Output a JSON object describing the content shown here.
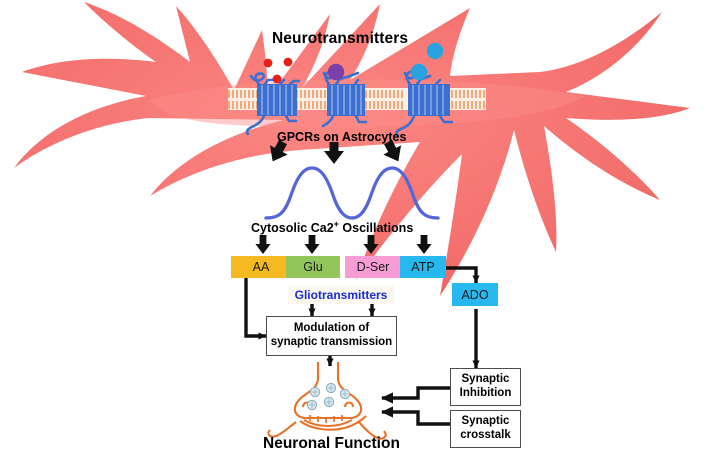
{
  "diagram": {
    "title_top": "Neurotransmitters",
    "title_membrane": "GPCRs on Astrocytes",
    "title_calcium_prefix": "Cytosolic Ca2",
    "title_calcium_sup": "+",
    "title_calcium_suffix": " Oscillations",
    "title_bottom": "Neuronal Function"
  },
  "gliotransmitters": {
    "label": "Gliotransmitters",
    "boxes": [
      {
        "label": "AA",
        "color": "#F5B921"
      },
      {
        "label": "Glu",
        "color": "#92C65B"
      },
      {
        "label": "D-Ser",
        "color": "#F79CD4"
      },
      {
        "label": "ATP",
        "color": "#27B8EE"
      }
    ]
  },
  "metabolite": {
    "label": "ADO",
    "color": "#27B8EE"
  },
  "outcome_boxes": [
    {
      "label_line1": "Modulation of",
      "label_line2": "synaptic transmission"
    },
    {
      "label_line1": "Synaptic",
      "label_line2": "Inhibition"
    },
    {
      "label_line1": "Synaptic",
      "label_line2": "crosstalk"
    }
  ],
  "ligands": [
    {
      "name": "red-ligand-1",
      "color": "#E8201C"
    },
    {
      "name": "red-ligand-2",
      "color": "#E8201C"
    },
    {
      "name": "red-ligand-3",
      "color": "#E8201C"
    },
    {
      "name": "purple-ligand-1",
      "color": "#7B3FA8"
    },
    {
      "name": "cyan-ligand-1",
      "color": "#29A3E0"
    },
    {
      "name": "cyan-ligand-2",
      "color": "#29A3E0"
    }
  ],
  "colors": {
    "astrocyte": "#F4706E",
    "astrocyte_shade": "#E55B59",
    "membrane_tail": "#E8762B",
    "receptor": "#3D6FD0",
    "receptor_light": "#6E9BE8",
    "calcium_wave": "#5566D8",
    "neuron": "#E8722A",
    "vesicle_fill": "#DCE9F0",
    "arrow": "#111111",
    "box_border": "#4d4d4d"
  }
}
